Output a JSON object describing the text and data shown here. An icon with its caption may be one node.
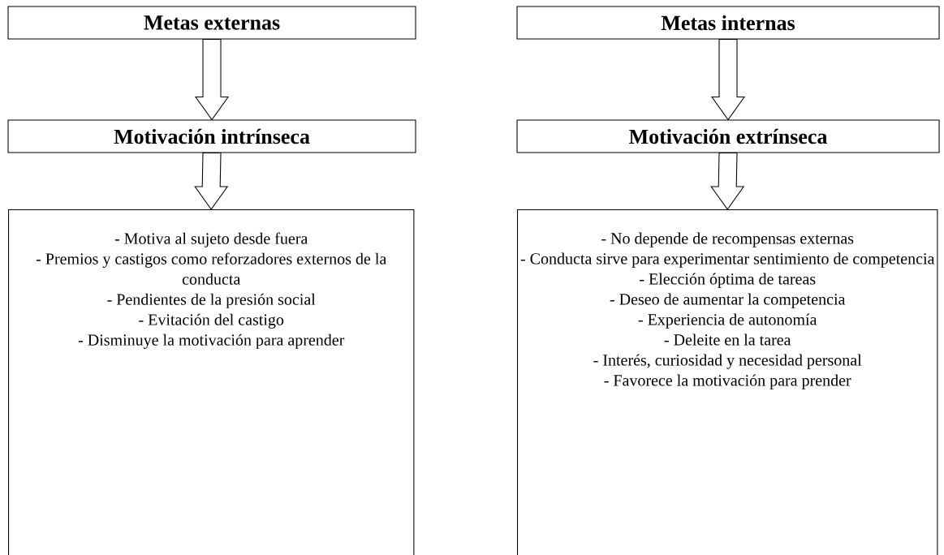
{
  "diagram": {
    "nodes": [
      {
        "text": [
          "Metas externas"
        ]
      },
      {
        "text": [
          "Motivación intrínseca"
        ]
      },
      {
        "text": [
          "- Motiva al sujeto desde fuera",
          "- Premios y castigos como reforzadores externos de la conducta",
          "- Pendientes de la presión social",
          "- Evitación del castigo",
          "- Disminuye la motivación para aprender"
        ]
      },
      {
        "text": [
          "Metas internas"
        ]
      },
      {
        "text": [
          "Motivación extrínseca"
        ]
      },
      {
        "text": [
          "- No depende de recompensas externas",
          "- Conducta sirve para experimentar sentimiento de competencia",
          "- Elección óptima de tareas",
          "- Deseo de aumentar la competencia",
          "- Experiencia de autonomía",
          "- Deleite en la tarea",
          "- Interés, curiosidad y necesidad personal",
          "- Favorece la motivación para prender"
        ]
      }
    ],
    "edges": [
      {
        "from": 0,
        "to": 1,
        "arrow": "to"
      },
      {
        "from": 1,
        "to": 2,
        "arrow": "to"
      },
      {
        "from": 3,
        "to": 4,
        "arrow": "to"
      },
      {
        "from": 4,
        "to": 5,
        "arrow": "to"
      }
    ]
  }
}
